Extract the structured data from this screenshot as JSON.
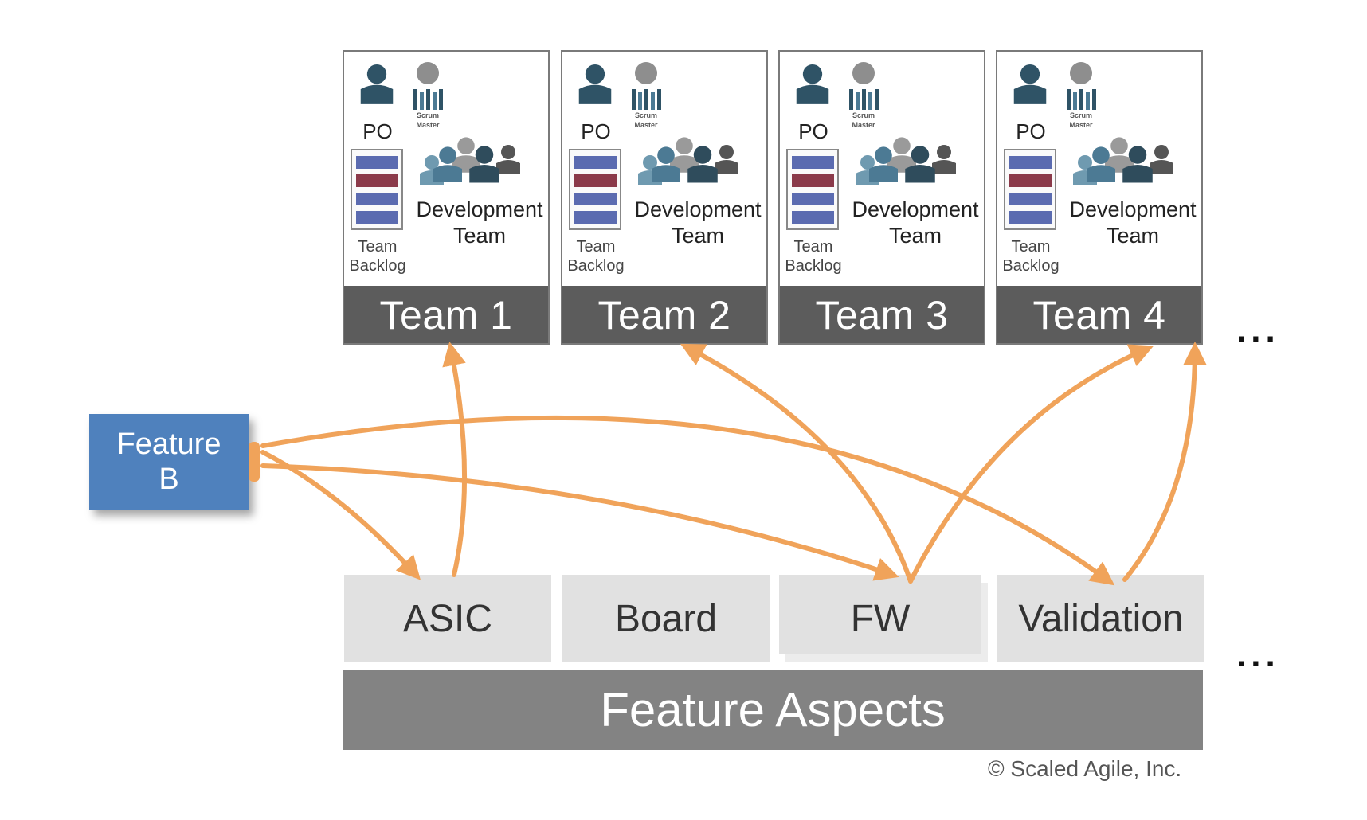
{
  "teams": [
    {
      "name": "Team 1",
      "po": "PO",
      "scrum_master": [
        "Scrum",
        "Master"
      ],
      "backlog": [
        "Team",
        "Backlog"
      ],
      "dev": [
        "Development",
        "Team"
      ]
    },
    {
      "name": "Team 2",
      "po": "PO",
      "scrum_master": [
        "Scrum",
        "Master"
      ],
      "backlog": [
        "Team",
        "Backlog"
      ],
      "dev": [
        "Development",
        "Team"
      ]
    },
    {
      "name": "Team 3",
      "po": "PO",
      "scrum_master": [
        "Scrum",
        "Master"
      ],
      "backlog": [
        "Team",
        "Backlog"
      ],
      "dev": [
        "Development",
        "Team"
      ]
    },
    {
      "name": "Team 4",
      "po": "PO",
      "scrum_master": [
        "Scrum",
        "Master"
      ],
      "backlog": [
        "Team",
        "Backlog"
      ],
      "dev": [
        "Development",
        "Team"
      ]
    }
  ],
  "feature": {
    "line1": "Feature",
    "line2": "B"
  },
  "aspects": [
    "ASIC",
    "Board",
    "FW",
    "Validation"
  ],
  "aspects_title": "Feature Aspects",
  "ellipsis": "...",
  "copyright": "© Scaled Agile, Inc.",
  "colors": {
    "arrow": "#f0a35a",
    "feature": "#4f81bd",
    "team_bar": "#5c5c5c",
    "aspect_bg": "#e1e1e1",
    "aspects_bar": "#838383",
    "backlog_blue": "#5b6bb0",
    "backlog_red": "#8b3a4a"
  }
}
